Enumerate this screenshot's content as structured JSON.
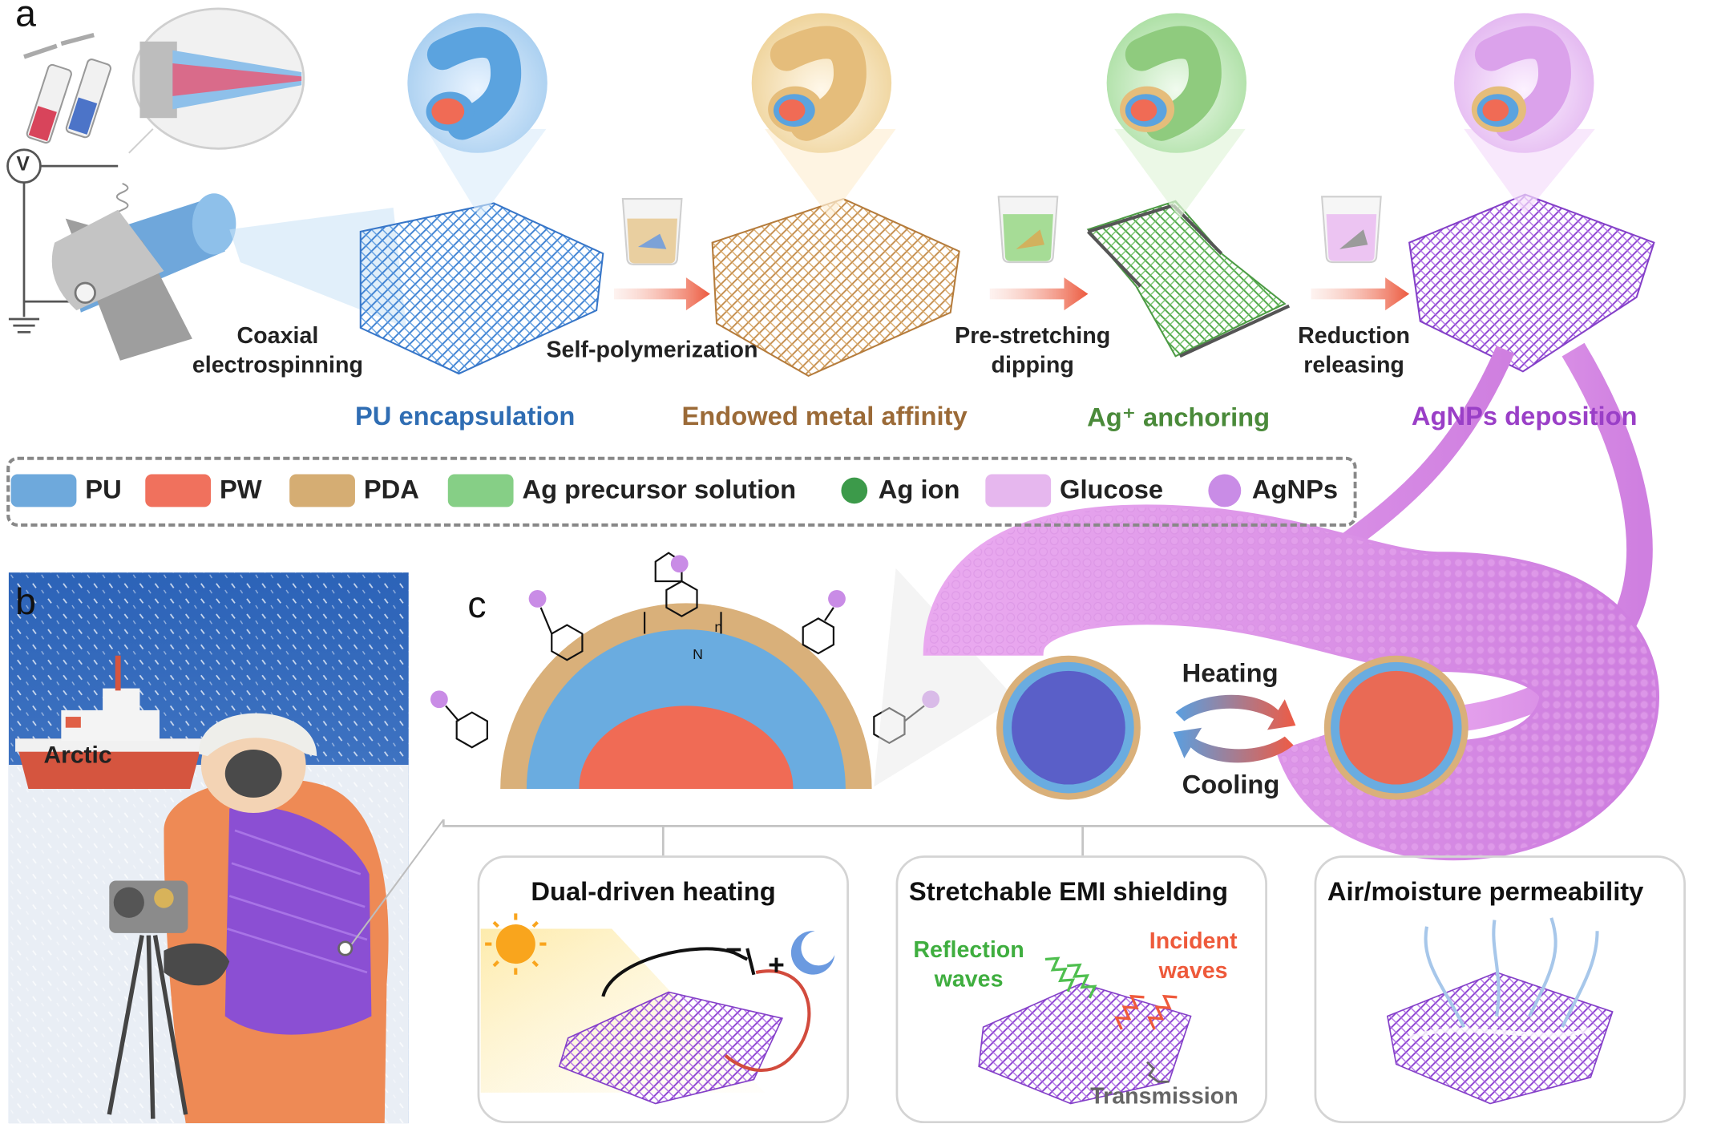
{
  "panels": {
    "a": "a",
    "b": "b",
    "c": "c"
  },
  "steps": {
    "coaxial": "Coaxial\nelectrospinning",
    "selfpoly": "Self-polymerization",
    "prestretch": "Pre-stretching\ndipping",
    "reduction": "Reduction\nreleasing"
  },
  "stages": {
    "pu": {
      "label": "PU encapsulation",
      "color": "#2f6db3"
    },
    "pda": {
      "label": "Endowed metal affinity",
      "color": "#9b6a37"
    },
    "ag": {
      "label": "Ag⁺ anchoring",
      "color": "#4a8a3a"
    },
    "agnp": {
      "label": "AgNPs deposition",
      "color": "#9a3fc7"
    }
  },
  "legend": [
    {
      "label": "PU",
      "color": "#6ea9dc",
      "shape": "swatch"
    },
    {
      "label": "PW",
      "color": "#f0715d",
      "shape": "swatch"
    },
    {
      "label": "PDA",
      "color": "#d5ad73",
      "shape": "swatch"
    },
    {
      "label": "Ag precursor solution",
      "color": "#86cf86",
      "shape": "swatch"
    },
    {
      "label": "Ag ion",
      "color": "#3c9a4a",
      "shape": "dot"
    },
    {
      "label": "Glucose",
      "color": "#e6b7ee",
      "shape": "swatch"
    },
    {
      "label": "AgNPs",
      "color": "#c98ce6",
      "shape": "dot"
    }
  ],
  "arctic": {
    "ship_label": "Arctic"
  },
  "phase": {
    "heating": "Heating",
    "cooling": "Cooling"
  },
  "cards": {
    "heating": {
      "title": "Dual-driven heating",
      "minus": "−",
      "plus": "+"
    },
    "emi": {
      "title": "Stretchable EMI shielding",
      "reflection": "Reflection\nwaves",
      "incident": "Incident\nwaves",
      "transmission": "Transmission"
    },
    "air": {
      "title": "Air/moisture permeability"
    }
  },
  "chem": {
    "n": "n",
    "N": "N"
  },
  "instrument": {
    "voltage": "V"
  }
}
